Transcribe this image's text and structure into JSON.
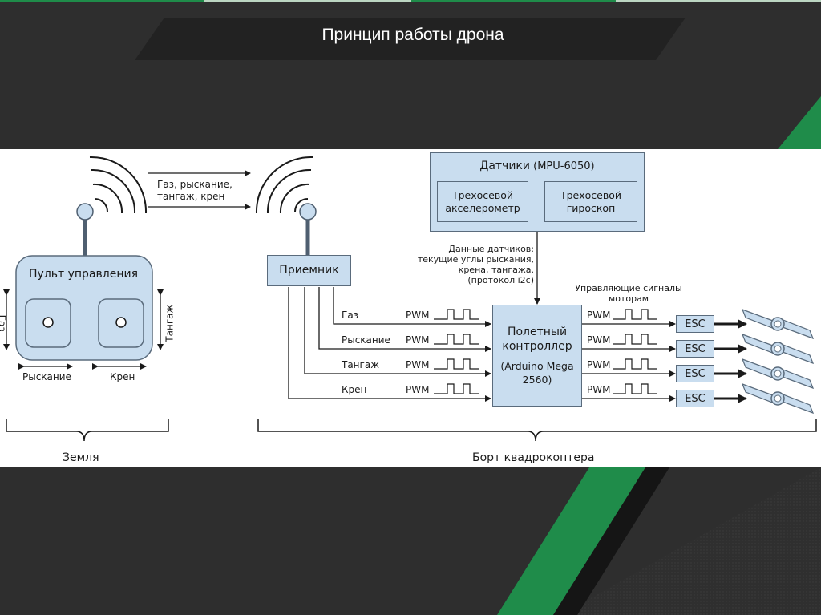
{
  "slide": {
    "title": "Принцип работы дрона"
  },
  "ground": {
    "remote_label": "Пульт управления",
    "left_axis": "Газ",
    "right_axis": "Тангаж",
    "bottom_left": "Рыскание",
    "bottom_right": "Крен",
    "section_label": "Земля"
  },
  "link": {
    "line1": "Газ, рыскание,",
    "line2": "тангаж, крен"
  },
  "onboard": {
    "receiver_label": "Приемник",
    "channels": [
      "Газ",
      "Рыскание",
      "Тангаж",
      "Крен"
    ],
    "pwm": "PWM",
    "sensors": {
      "title": "Датчики",
      "model": "(MPU-6050)",
      "accel_line1": "Трехосевой",
      "accel_line2": "акселерометр",
      "gyro_line1": "Трехосевой",
      "gyro_line2": "гироскоп"
    },
    "sensor_data": {
      "line1": "Данные датчиков:",
      "line2": "текущие углы рыскания,",
      "line3": "крена, тангажа.",
      "line4": "(протокол i2c)"
    },
    "controller": {
      "line1": "Полетный",
      "line2": "контроллер",
      "line3": "(Arduino Mega",
      "line4": "2560)"
    },
    "motor_signals": {
      "line1": "Управляющие сигналы",
      "line2": "моторам"
    },
    "esc": [
      "ESC",
      "ESC",
      "ESC",
      "ESC"
    ],
    "section_label": "Борт квадрокоптера"
  },
  "colors": {
    "accent_green": "#1f8c4a",
    "box_fill": "#c9ddef",
    "box_stroke": "#5a6b7c",
    "background": "#2e2e2e"
  },
  "icons": [
    "antenna-icon",
    "radio-waves-icon",
    "joystick-icon",
    "propeller-icon",
    "pwm-wave-icon"
  ]
}
